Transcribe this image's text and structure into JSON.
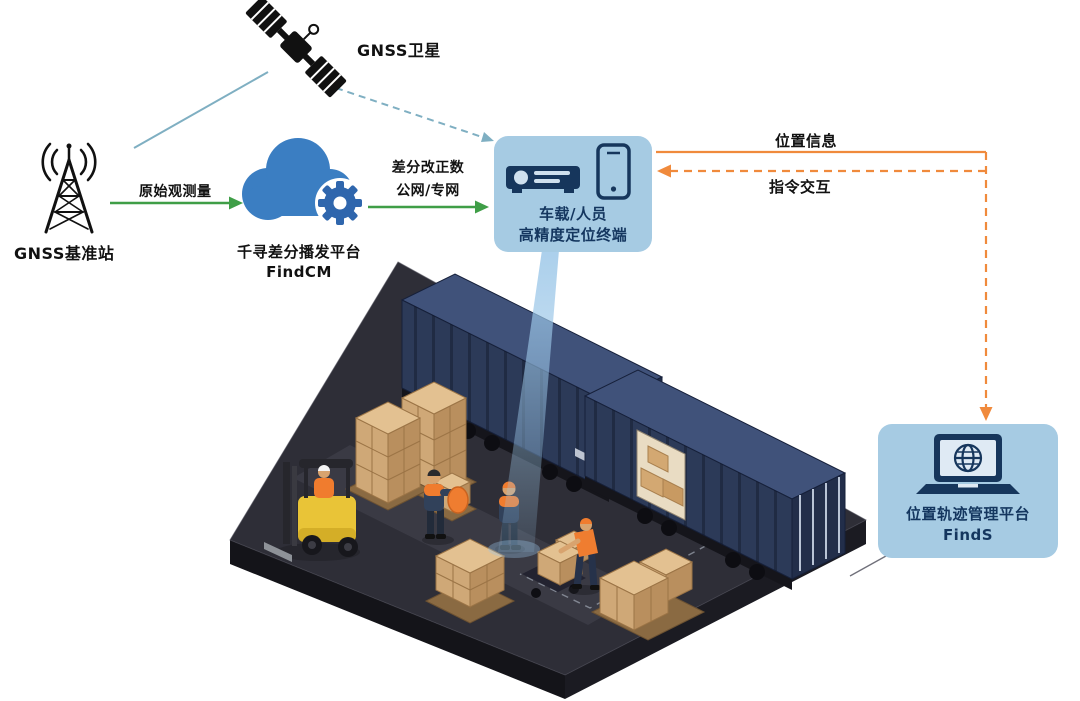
{
  "colors": {
    "panel_bg": "#a6cbe3",
    "panel_text": "#14365f",
    "arrow_green": "#3f9e47",
    "arrow_orange": "#f08a3c",
    "link_teal": "#7fafc2",
    "cloud_blue": "#3b7ec2",
    "gear_blue": "#2f66ad",
    "icon_black": "#111111",
    "container_navy": "#2c3a58",
    "box_tan": "#d3a872",
    "forklift_yellow": "#e9c437",
    "platform_dark": "#2e2e37",
    "beam_blue": "#9cc7e8"
  },
  "nodes": {
    "satellite": {
      "label": "GNSS卫星"
    },
    "base_station": {
      "label": "GNSS基准站"
    },
    "cloud_platform": {
      "name": "千寻差分播发平台",
      "product": "FindCM"
    },
    "terminal": {
      "line1": "车载/人员",
      "line2": "高精度定位终端"
    },
    "management_platform": {
      "name": "位置轨迹管理平台",
      "product": "FindS"
    }
  },
  "links": {
    "raw_observation": {
      "label": "原始观测量"
    },
    "correction": {
      "line1": "差分改正数",
      "line2": "公网/专网"
    },
    "position_info": {
      "label": "位置信息"
    },
    "command": {
      "label": "指令交互"
    }
  },
  "icons": {
    "satellite-icon": "GNSS satellite with solar panels",
    "base-station-icon": "radio mast with signal waves",
    "cloud-findcm-icon": "blue cloud",
    "gear-icon": "gear on cloud",
    "vehicle-terminal-icon": "onboard receiver box",
    "smartphone-icon": "handheld phone",
    "laptop-globe-icon": "laptop with globe screen",
    "positioning-beam": "blue locating beam",
    "warehouse-scene": "isometric container yard with forklift, pallets and workers"
  }
}
